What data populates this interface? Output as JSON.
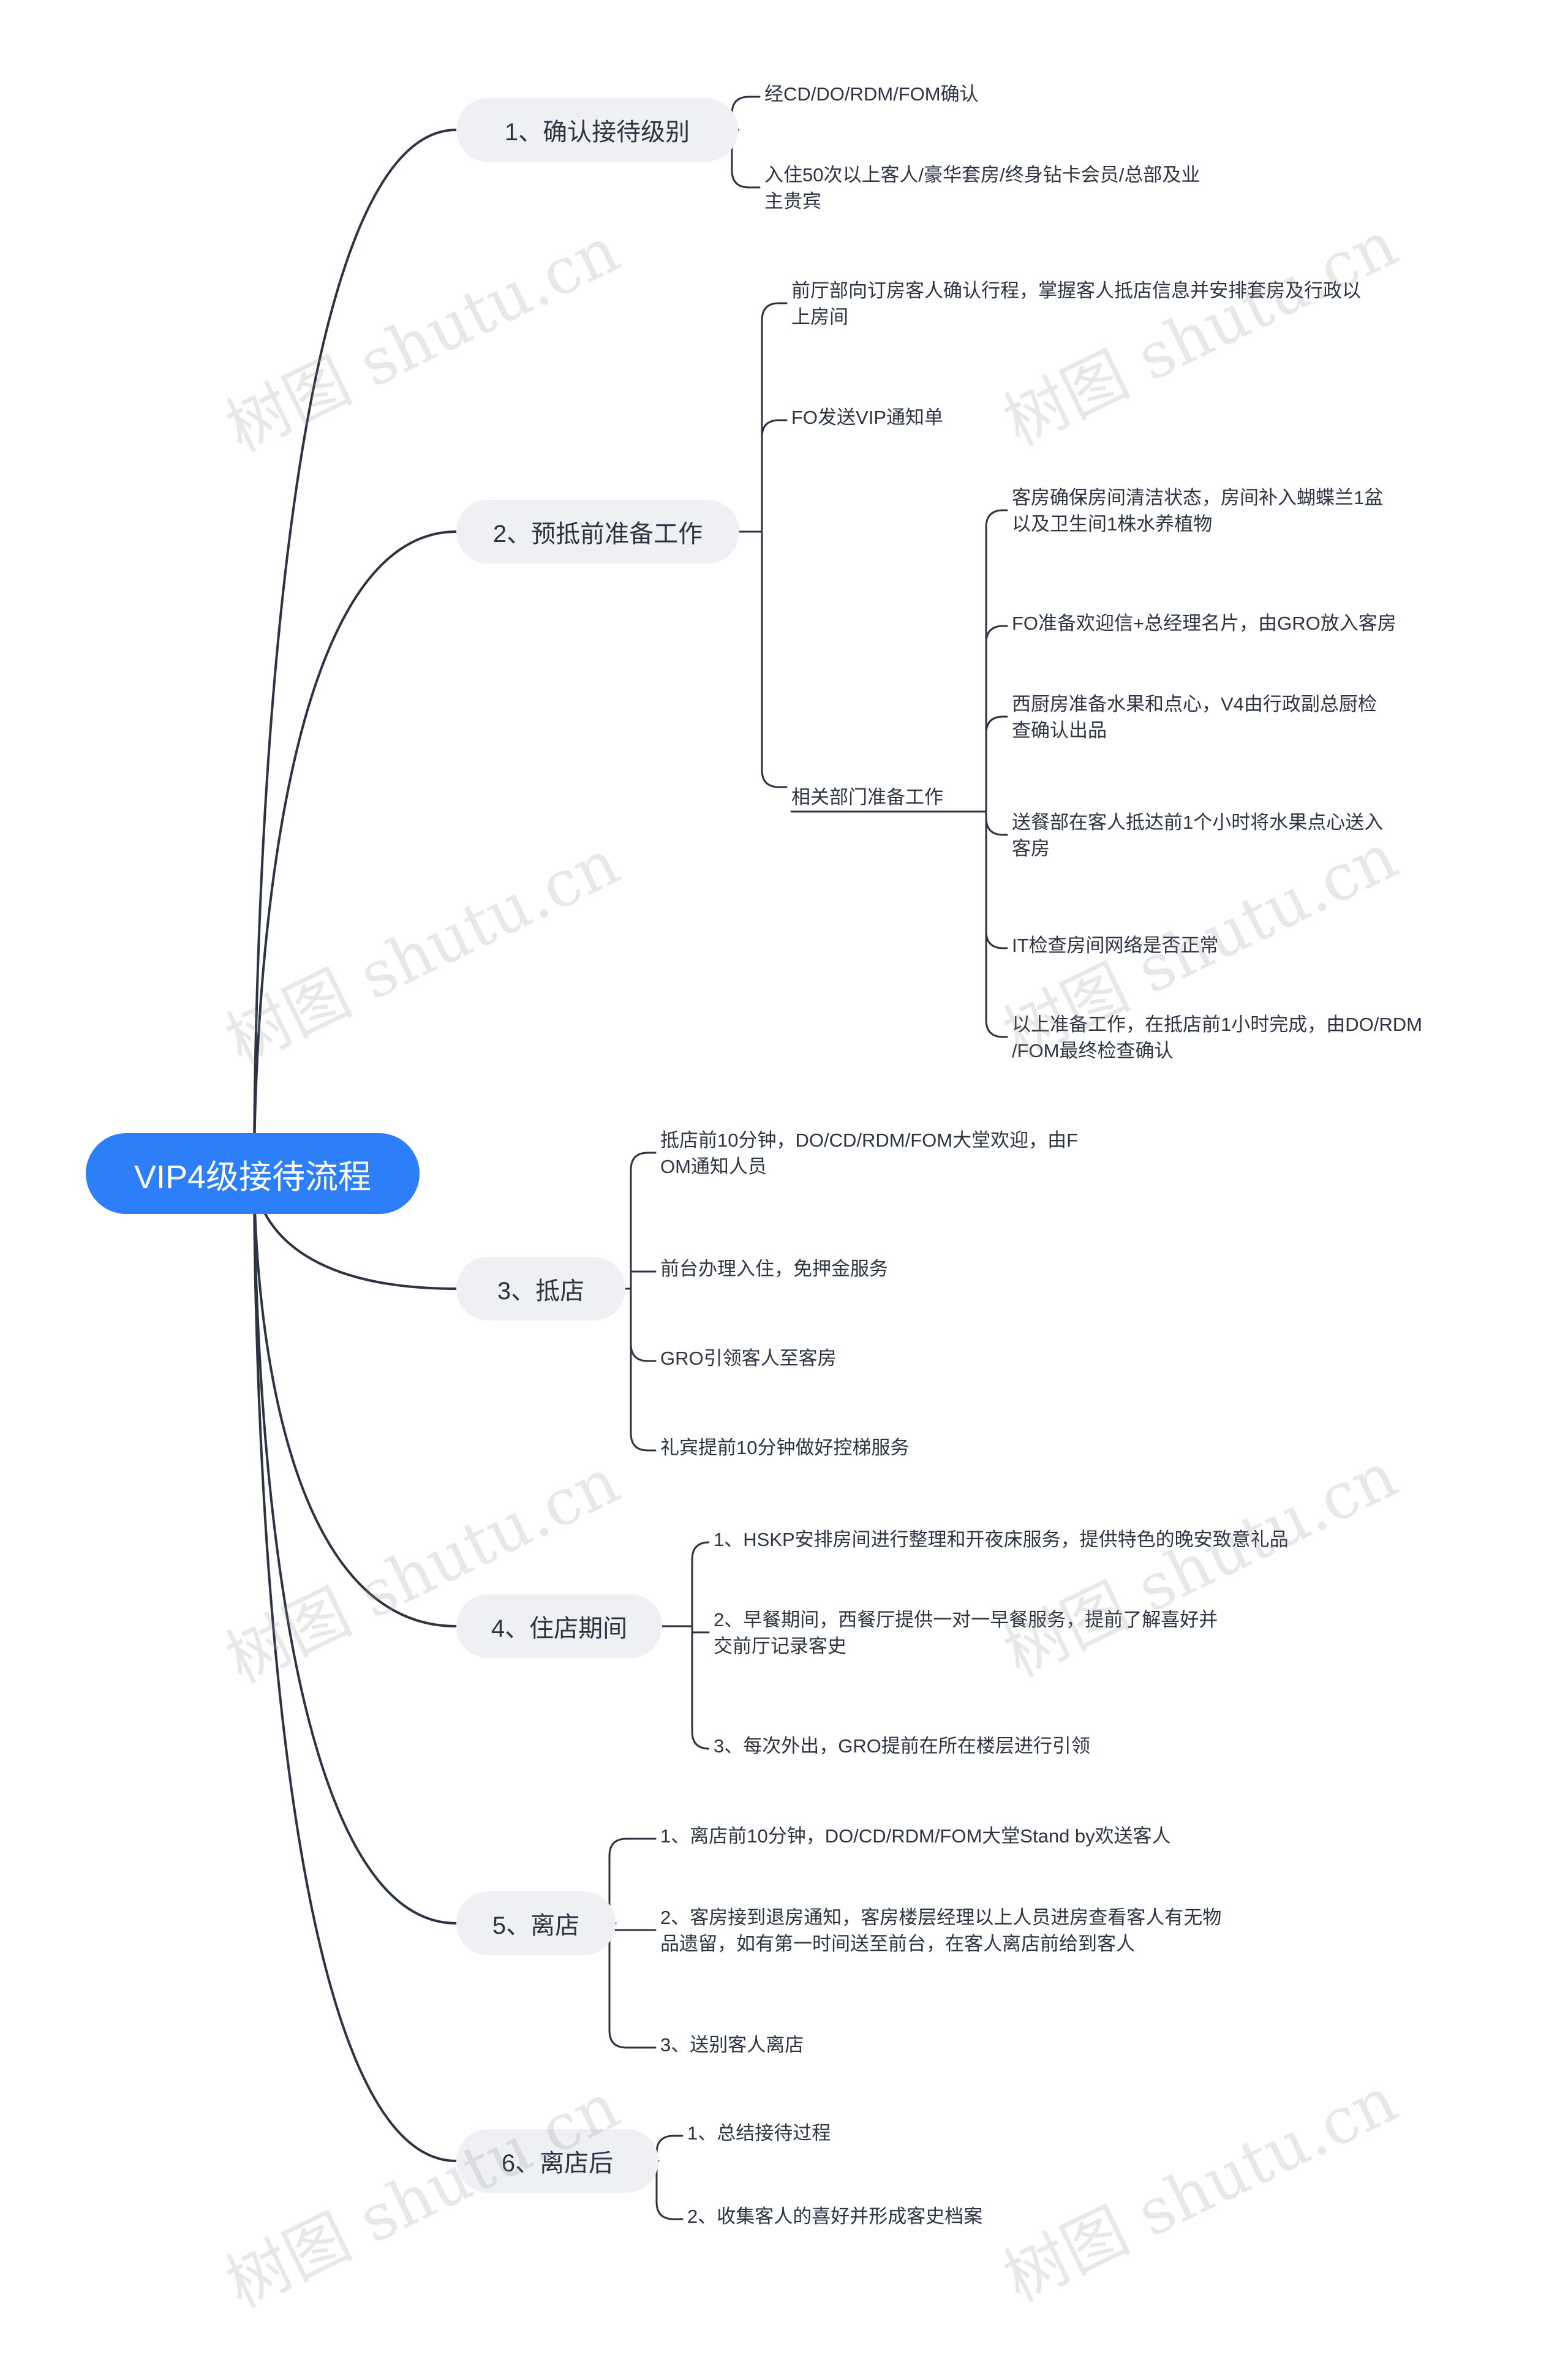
{
  "root": "VIP4级接待流程",
  "branches": [
    {
      "label": "1、确认接待级别",
      "children": [
        "经CD/DO/RDM/FOM确认",
        "入住50次以上客人/豪华套房/终身钻卡会员/总部及业\n主贵宾"
      ]
    },
    {
      "label": "2、预抵前准备工作",
      "children": [
        "前厅部向订房客人确认行程，掌握客人抵店信息并安排套房及行政以\n上房间",
        "FO发送VIP通知单",
        "相关部门准备工作"
      ]
    },
    {
      "label": "相关部门准备工作",
      "children": [
        "客房确保房间清洁状态，房间补入蝴蝶兰1盆\n以及卫生间1株水养植物",
        "FO准备欢迎信+总经理名片，由GRO放入客房",
        "西厨房准备水果和点心，V4由行政副总厨检\n查确认出品",
        "送餐部在客人抵达前1个小时将水果点心送入\n客房",
        "IT检查房间网络是否正常",
        "以上准备工作，在抵店前1小时完成，由DO/RDM\n/FOM最终检查确认"
      ]
    },
    {
      "label": "3、抵店",
      "children": [
        "抵店前10分钟，DO/CD/RDM/FOM大堂欢迎，由F\nOM通知人员",
        "前台办理入住，免押金服务",
        "GRO引领客人至客房",
        "礼宾提前10分钟做好控梯服务"
      ]
    },
    {
      "label": "4、住店期间",
      "children": [
        "1、HSKP安排房间进行整理和开夜床服务，提供特色的晚安致意礼品",
        "2、早餐期间，西餐厅提供一对一早餐服务，提前了解喜好并\n交前厅记录客史",
        "3、每次外出，GRO提前在所在楼层进行引领"
      ]
    },
    {
      "label": "5、离店",
      "children": [
        "1、离店前10分钟，DO/CD/RDM/FOM大堂Stand by欢送客人",
        "2、客房接到退房通知，客房楼层经理以上人员进房查看客人有无物\n品遗留，如有第一时间送至前台，在客人离店前给到客人",
        "3、送别客人离店"
      ]
    },
    {
      "label": "6、离店后",
      "children": [
        "1、总结接待过程",
        "2、收集客人的喜好并形成客史档案"
      ]
    }
  ],
  "watermark": "树图 shutu.cn",
  "colors": {
    "root_bg": "#2d7ff9",
    "topic_bg": "#eef0f4",
    "line": "#2c3442",
    "text": "#2c3442"
  }
}
